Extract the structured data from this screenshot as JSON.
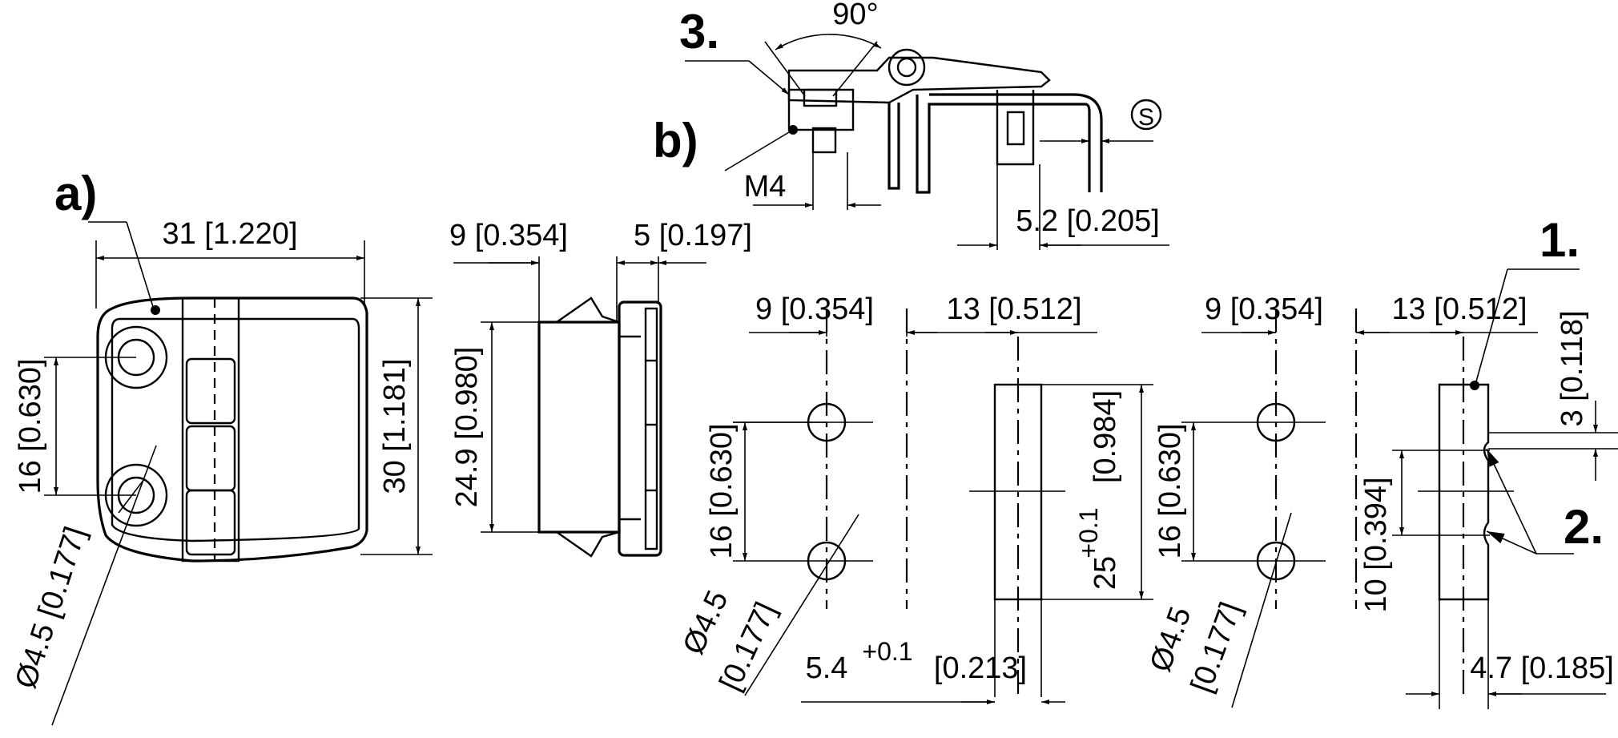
{
  "callouts": {
    "a": "a)",
    "b": "b)",
    "n1": "1.",
    "n2": "2.",
    "n3": "3."
  },
  "top_view": {
    "angle": "90°",
    "thread": "M4",
    "s_symbol": "S",
    "dim_52": "5.2 [0.205]"
  },
  "front_view": {
    "width": "31 [1.220]",
    "height": "30 [1.181]",
    "hole_spacing": "16 [0.630]",
    "hole_dia": "Ø4.5 [0.177]"
  },
  "side_view": {
    "dim_9": "9 [0.354]",
    "dim_5": "5 [0.197]",
    "height": "24.9 [0.980]"
  },
  "pattern_left": {
    "dim_9": "9 [0.354]",
    "dim_13": "13 [0.512]",
    "hole_spacing": "16 [0.630]",
    "hole_dia_a": "Ø4.5",
    "hole_dia_b": "[0.177]",
    "dim_25": "25",
    "dim_25_tol": "+0.1",
    "dim_25_in": "[0.984]",
    "dim_54": "5.4",
    "dim_54_tol": "+0.1",
    "dim_54_in": "[0.213]"
  },
  "pattern_right": {
    "dim_9": "9 [0.354]",
    "dim_13": "13 [0.512]",
    "hole_spacing": "16 [0.630]",
    "hole_dia_a": "Ø4.5",
    "hole_dia_b": "[0.177]",
    "dim_3": "3 [0.118]",
    "dim_10": "10 [0.394]",
    "dim_47": "4.7 [0.185]"
  }
}
